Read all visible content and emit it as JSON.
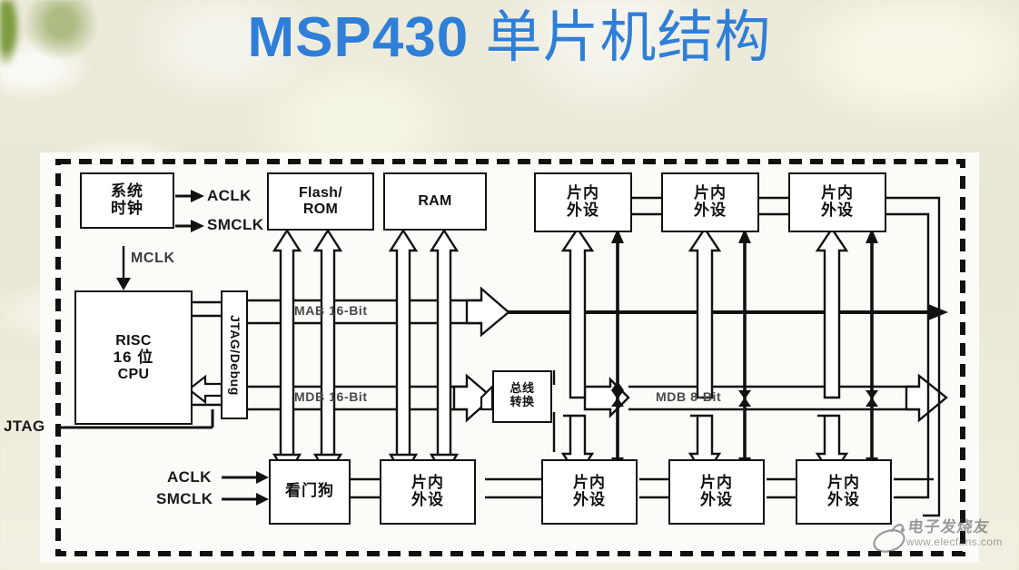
{
  "slide": {
    "title_latin": "MSP430",
    "title_cjk": "单片机结构",
    "title_color": "#2f7fd8",
    "background_color": "#eae8d4"
  },
  "diagram": {
    "boundary": "dashed-chip-boundary",
    "blocks": {
      "system_clock": {
        "line1": "系统",
        "line2": "时钟"
      },
      "risc_cpu": {
        "line1": "RISC",
        "line2": "16 位",
        "line3": "CPU"
      },
      "jtag_debug": {
        "label": "JTAG/Debug"
      },
      "flash_rom": {
        "line1": "Flash/",
        "line2": "ROM"
      },
      "ram": {
        "line1": "RAM"
      },
      "bus_converter": {
        "line1": "总线",
        "line2": "转换"
      },
      "watchdog": {
        "line1": "看门狗"
      },
      "peripheral": {
        "line1": "片内",
        "line2": "外设"
      }
    },
    "peripherals_top": [
      {
        "line1": "片内",
        "line2": "外设"
      },
      {
        "line1": "片内",
        "line2": "外设"
      },
      {
        "line1": "片内",
        "line2": "外设"
      }
    ],
    "peripherals_bottom": [
      {
        "line1": "片内",
        "line2": "外设"
      },
      {
        "line1": "片内",
        "line2": "外设"
      },
      {
        "line1": "片内",
        "line2": "外设"
      },
      {
        "line1": "片内",
        "line2": "外设"
      }
    ],
    "signals": {
      "aclk_top": "ACLK",
      "smclk_top": "SMCLK",
      "mclk": "MCLK",
      "aclk_bottom": "ACLK",
      "smclk_bottom": "SMCLK",
      "jtag_external": "JTAG"
    },
    "buses": {
      "mab16": "MAB 16-Bit",
      "mdb16": "MDB 16-Bit",
      "mdb8": "MDB 8-Bit"
    }
  },
  "watermark": {
    "name": "电子发烧友",
    "url": "www.elecfans.com"
  }
}
